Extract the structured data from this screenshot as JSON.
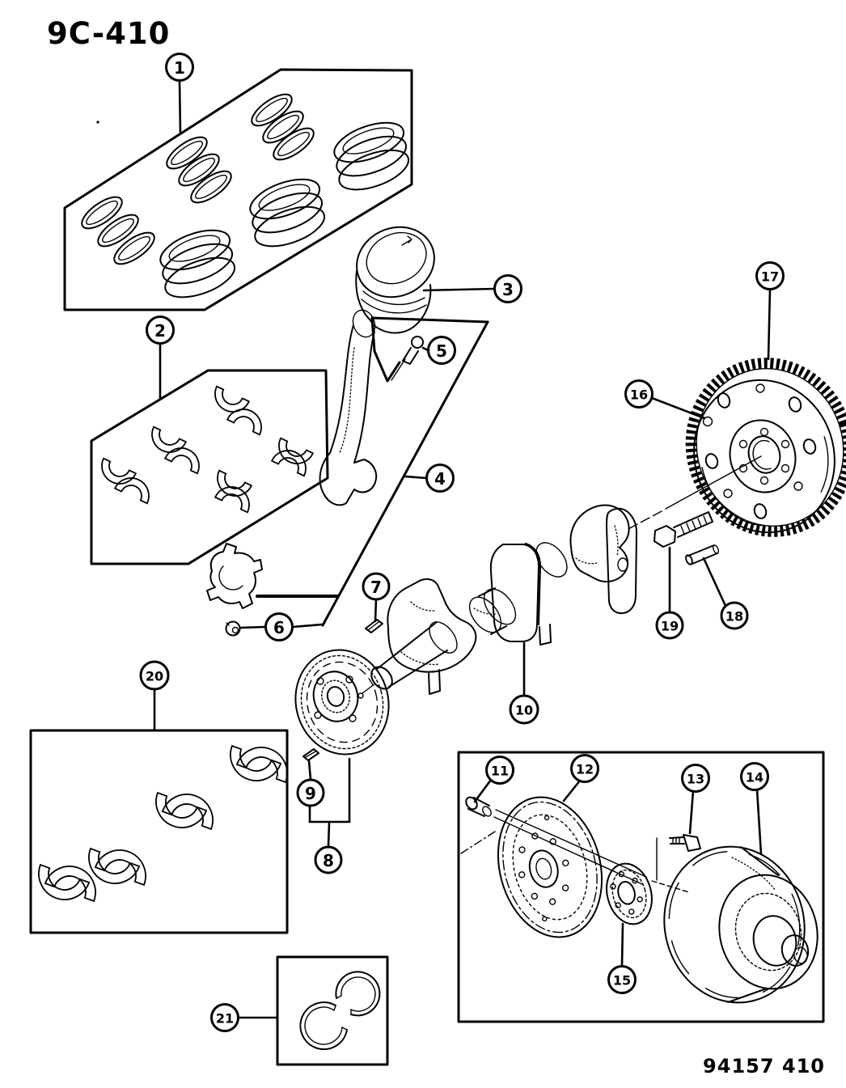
{
  "diagram": {
    "figure_code": "9C-410",
    "sheet_code": "94157 410",
    "colors": {
      "background": "#ffffff",
      "line": "#000000"
    },
    "callouts": [
      "1",
      "2",
      "3",
      "4",
      "5",
      "6",
      "7",
      "8",
      "9",
      "10",
      "11",
      "12",
      "13",
      "14",
      "15",
      "16",
      "17",
      "18",
      "19",
      "20",
      "21"
    ]
  }
}
